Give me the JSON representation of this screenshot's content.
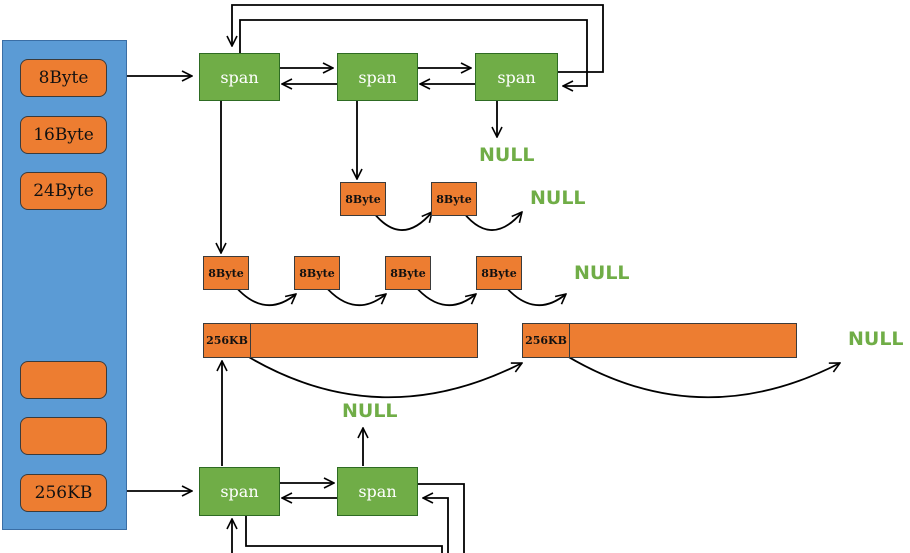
{
  "buckets": [
    "8Byte",
    "16Byte",
    "24Byte",
    "",
    "",
    "256KB"
  ],
  "span_label": "span",
  "small_obj_label": "8Byte",
  "large_obj_label": "256KB",
  "null_label": "NULL",
  "colors": {
    "bucket_panel": "#5B9BD5",
    "object": "#ED7D31",
    "span": "#70AD47",
    "null_text": "#70AD47",
    "line": "#000000"
  }
}
